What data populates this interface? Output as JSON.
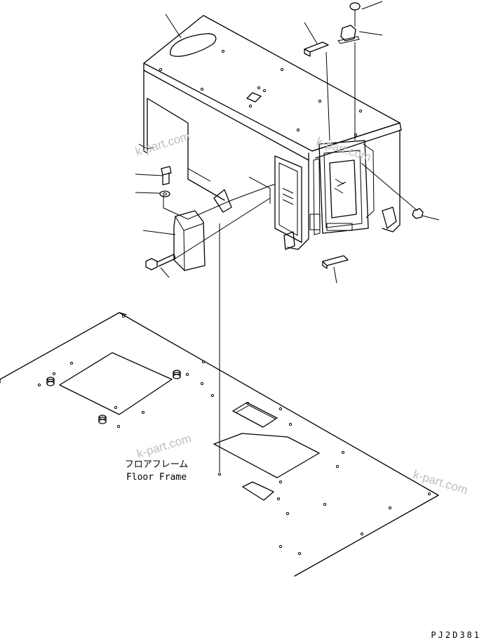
{
  "floor_label_jp": "フロアフレーム",
  "floor_label_en": "Floor Frame",
  "drawing_code": "PJ2D381",
  "watermarks": [
    "k-part.com",
    "k-part.com",
    "k-part.com",
    "k-part.com"
  ],
  "colors": {
    "line": "#000000",
    "watermark": "#bdbdbd",
    "background": "#ffffff"
  }
}
